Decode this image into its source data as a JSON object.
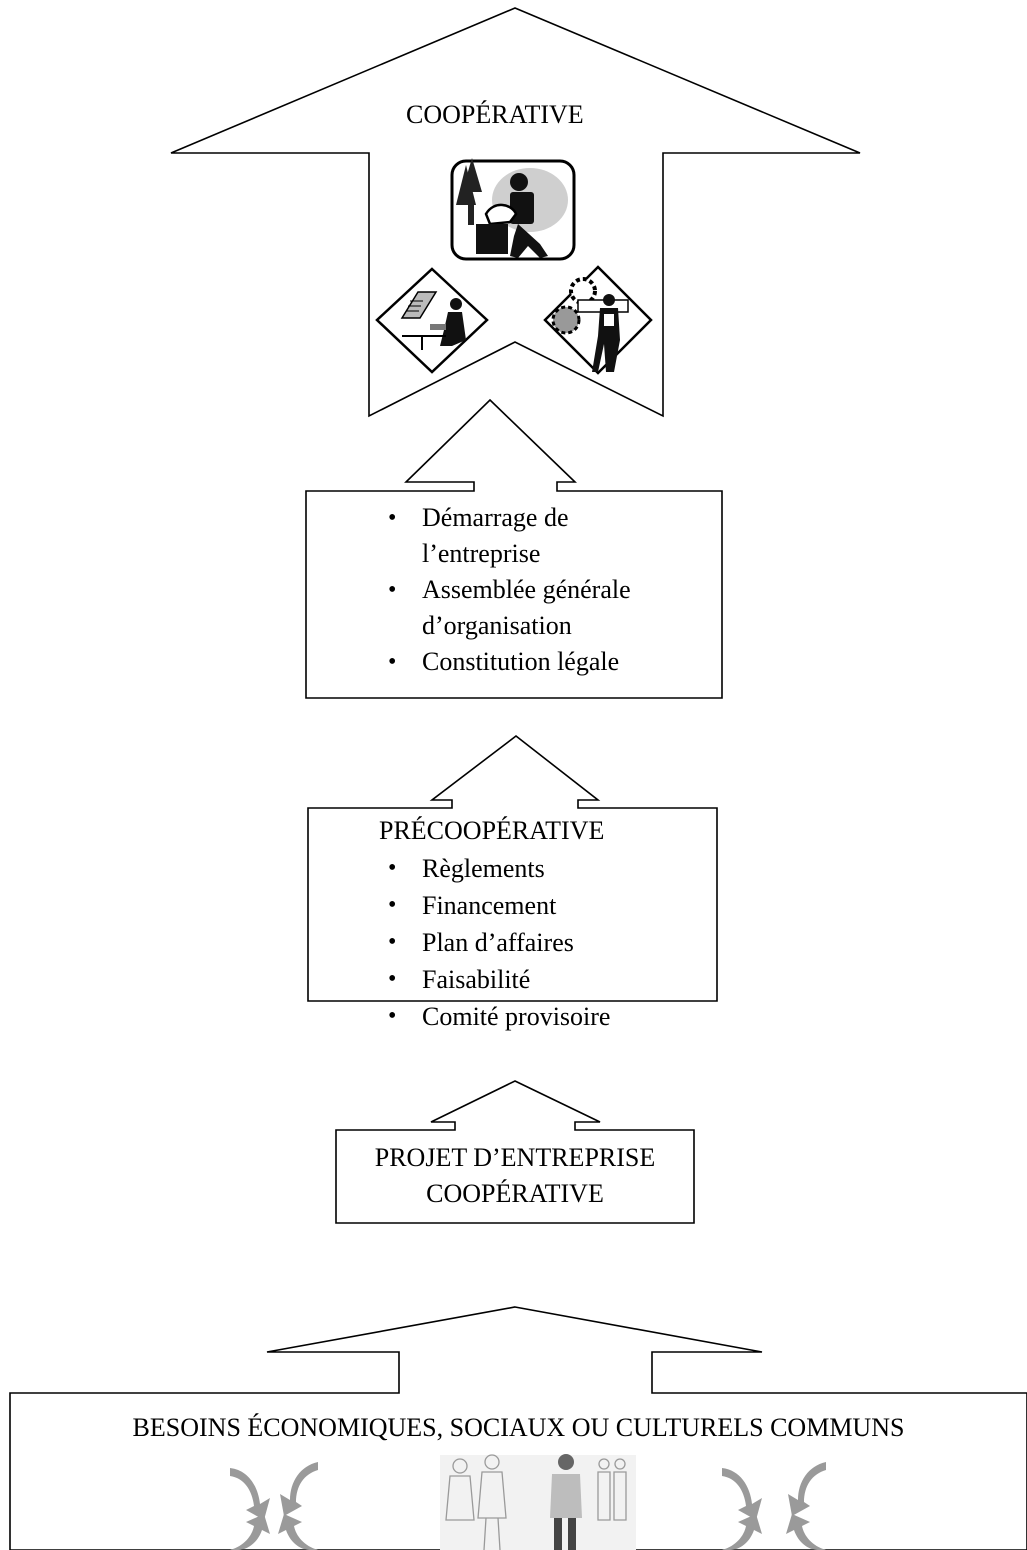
{
  "cooperative": {
    "title": "COOPÉRATIVE"
  },
  "stage_launch": {
    "items": [
      {
        "line1": "Démarrage de",
        "line2": "l’entreprise"
      },
      {
        "line1": "Assemblée générale",
        "line2": " d’organisation"
      },
      {
        "line1": "Constitution légale"
      }
    ]
  },
  "precooperative": {
    "title": "PRÉCOOPÉRATIVE",
    "items": [
      "Règlements",
      "Financement",
      "Plan d’affaires",
      "Faisabilité",
      "Comité provisoire"
    ]
  },
  "project": {
    "line1": "PROJET D’ENTREPRISE",
    "line2": "COOPÉRATIVE"
  },
  "needs": {
    "title": "BESOINS ÉCONOMIQUES, SOCIAUX OU CULTURELS COMMUNS"
  },
  "icons": [
    "lumberjack-icon",
    "office-worker-icon",
    "machinery-worker-icon",
    "exchange-arrows-icon",
    "group-of-people-icon"
  ]
}
